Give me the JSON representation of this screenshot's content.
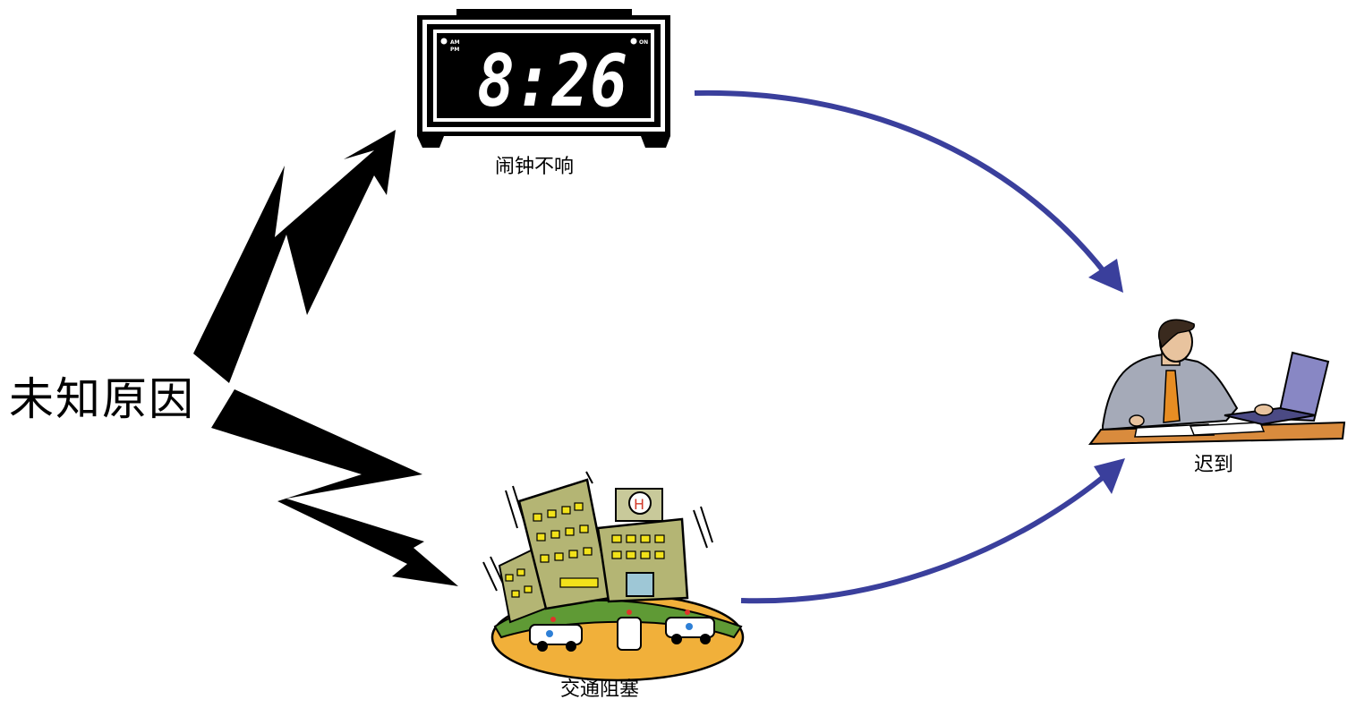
{
  "diagram": {
    "root_cause": "未知原因",
    "causes": [
      {
        "label": "闹钟不响",
        "icon": "alarm-clock-icon"
      },
      {
        "label": "交通阻塞",
        "icon": "city-traffic-icon"
      }
    ],
    "effect": {
      "label": "迟到",
      "icon": "office-worker-icon"
    },
    "clock_display": {
      "time": "8:26",
      "am": "AM",
      "pm": "PM",
      "on": "ON"
    },
    "colors": {
      "lightning": "#000000",
      "arrow": "#3a3f9c",
      "building": "#b4b574",
      "window": "#f2e21a",
      "ground": "#f1b03a",
      "grass": "#5f9a35",
      "shirt": "#a5aab8",
      "tie": "#e78d23",
      "desk": "#d98b3d",
      "laptop": "#8887c4"
    }
  }
}
